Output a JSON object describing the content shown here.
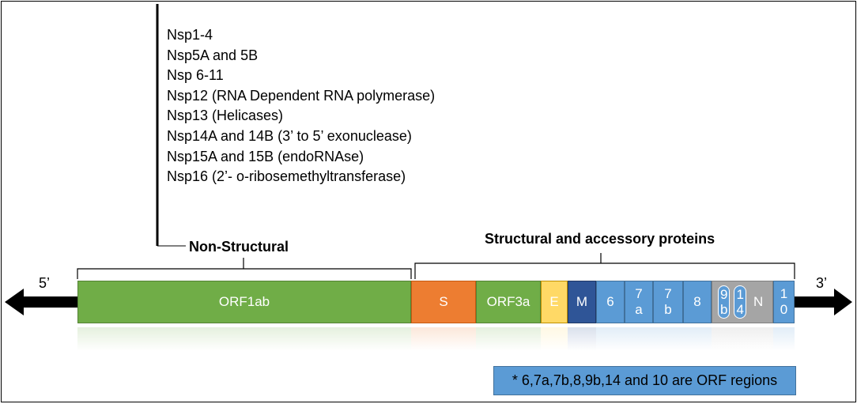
{
  "nonstructural_list": [
    "Nsp1-4",
    "Nsp5A and 5B",
    "Nsp 6-11",
    "Nsp12 (RNA Dependent RNA polymerase)",
    "Nsp13 (Helicases)",
    "Nsp14A and 14B (3’ to 5’ exonuclease)",
    "Nsp15A and 15B (endoRNAse)",
    "Nsp16 (2’- o-ribosemethyltransferase)"
  ],
  "labels": {
    "non_structural": "Non-Structural",
    "structural": "Structural and accessory proteins",
    "five_prime": "5’",
    "three_prime": "3’"
  },
  "segments": {
    "orf1ab": "ORF1ab",
    "s": "S",
    "orf3a": "ORF3a",
    "e": "E",
    "m": "M",
    "six": "6",
    "seven_a_top": "7",
    "seven_a_bottom": "a",
    "seven_b_top": "7",
    "seven_b_bottom": "b",
    "eight": "8",
    "nine_b_top": "9",
    "nine_b_bottom": "b",
    "fourteen_top": "1",
    "fourteen_bottom": "4",
    "n": "N",
    "ten_top": "1",
    "ten_bottom": "0"
  },
  "note": "* 6,7a,7b,8,9b,14 and 10 are ORF regions",
  "colors": {
    "orf1ab": "#70ad47",
    "s": "#ed7d31",
    "orf3a": "#70ad47",
    "e": "#ffd966",
    "m": "#2f5597",
    "orf_blue": "#5b9bd5",
    "n": "#a5a5a5",
    "arrow": "#000000"
  }
}
